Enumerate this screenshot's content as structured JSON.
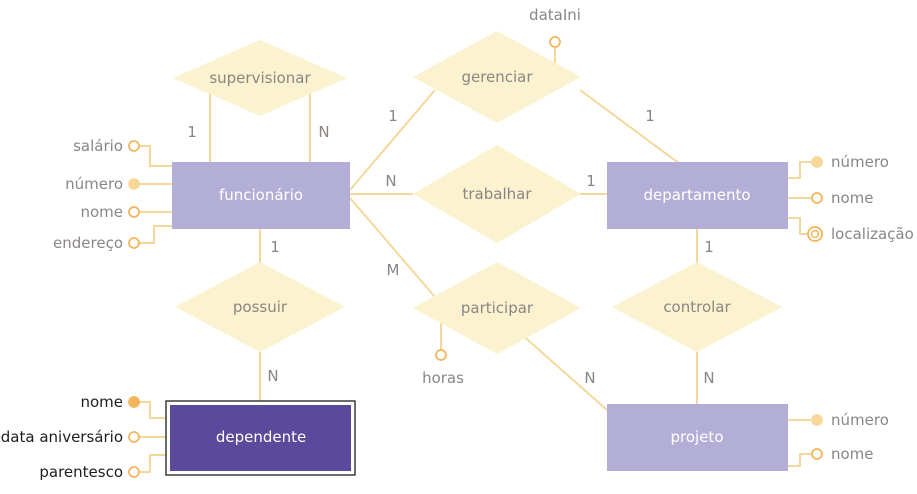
{
  "colors": {
    "entity": "#b3aed6",
    "weak_entity": "#5b4a9b",
    "relationship": "#fbf2cf",
    "line": "#f4d89b",
    "attr_stroke": "#f4b65d",
    "key_fill": "#f8d79b",
    "text": "#8a8684"
  },
  "entities": {
    "funcionario": "funcionário",
    "departamento": "departamento",
    "projeto": "projeto",
    "dependente": "dependente"
  },
  "relationships": {
    "supervisionar": "supervisionar",
    "gerenciar": "gerenciar",
    "trabalhar": "trabalhar",
    "participar": "participar",
    "possuir": "possuir",
    "controlar": "controlar"
  },
  "attributes": {
    "funcionario": [
      "salário",
      "número",
      "nome",
      "endereço"
    ],
    "departamento": [
      "número",
      "nome",
      "localização"
    ],
    "projeto": [
      "número",
      "nome"
    ],
    "dependente": [
      "nome",
      "data aniversário",
      "parentesco"
    ],
    "gerenciar": "dataIni",
    "participar": "horas"
  },
  "cardinalities": {
    "supervisionar_left": "1",
    "supervisionar_right": "N",
    "gerenciar_func": "1",
    "gerenciar_dept": "1",
    "trabalhar_func": "N",
    "trabalhar_dept": "1",
    "participar_func": "M",
    "participar_proj": "N",
    "possuir_func": "1",
    "possuir_dep": "N",
    "controlar_dept": "1",
    "controlar_proj": "N"
  }
}
